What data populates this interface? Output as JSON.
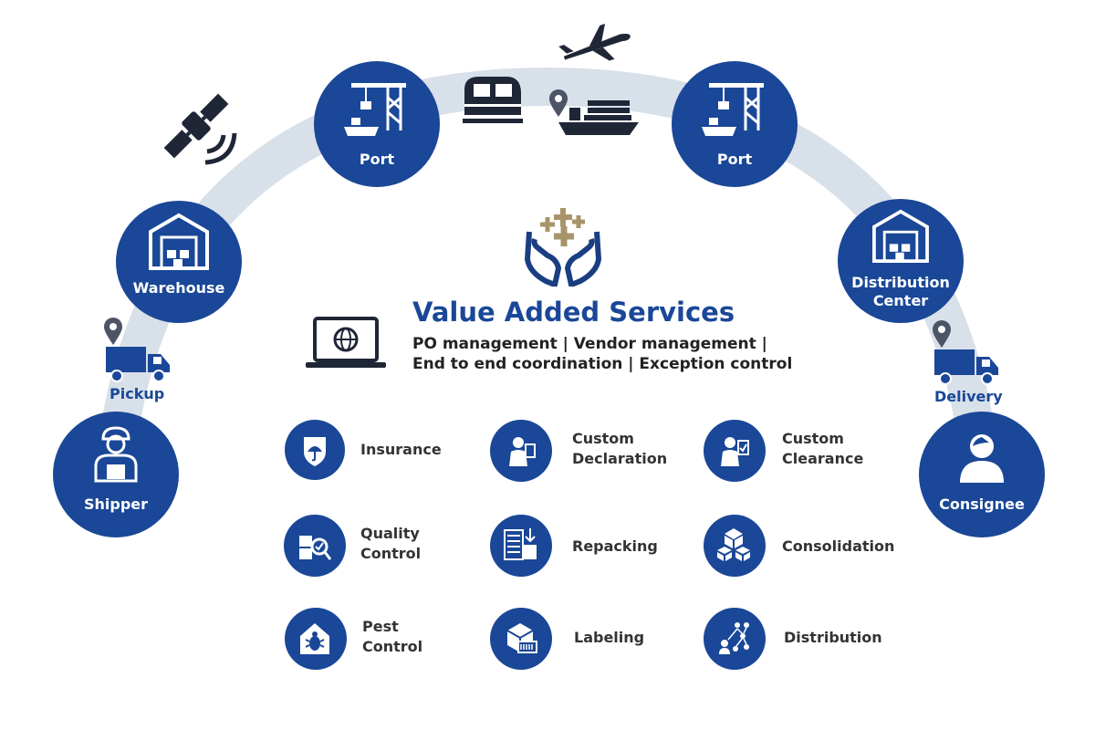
{
  "nodes": {
    "shipper": "Shipper",
    "warehouse": "Warehouse",
    "port_left": "Port",
    "port_right": "Port",
    "distribution_center": "Distribution\nCenter",
    "consignee": "Consignee"
  },
  "steps": {
    "pickup": "Pickup",
    "delivery": "Delivery"
  },
  "vas": {
    "title": "Value Added Services",
    "line1": "PO management | Vendor management |",
    "line2": "End to end coordination | Exception control"
  },
  "services": [
    {
      "label": "Insurance",
      "icon": "umbrella-shield-icon"
    },
    {
      "label": "Custom\nDeclaration",
      "icon": "customs-officer-icon"
    },
    {
      "label": "Custom\nClearance",
      "icon": "customs-clearance-icon"
    },
    {
      "label": "Quality\nControl",
      "icon": "quality-inspection-icon"
    },
    {
      "label": "Repacking",
      "icon": "checklist-box-icon"
    },
    {
      "label": "Consolidation",
      "icon": "stacked-boxes-icon"
    },
    {
      "label": "Pest\nControl",
      "icon": "bug-house-icon"
    },
    {
      "label": "Labeling",
      "icon": "barcode-box-icon"
    },
    {
      "label": "Distribution",
      "icon": "network-person-icon"
    }
  ],
  "colors": {
    "primary": "#1a4797",
    "arc": "#d8e0ea",
    "dark": "#1f2636",
    "gold": "#a8946a"
  }
}
